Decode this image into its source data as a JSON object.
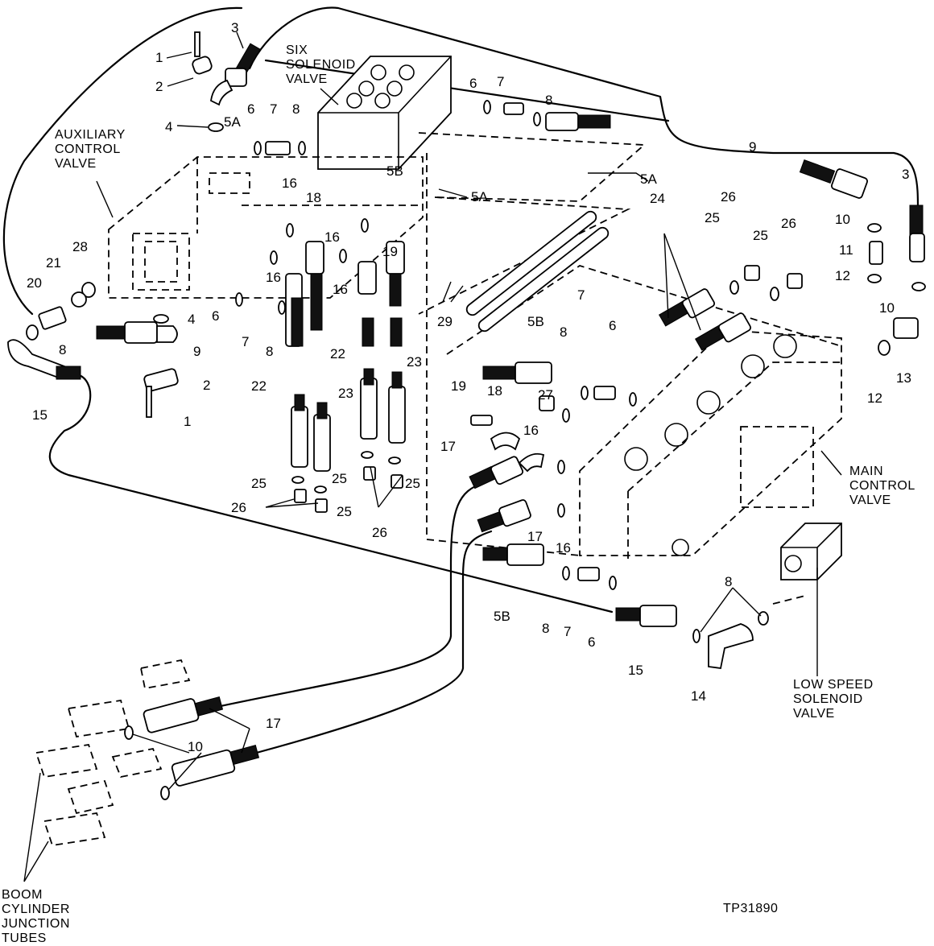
{
  "figure_id": "TP31890",
  "labels": {
    "six_solenoid_valve": [
      "SIX",
      "SOLENOID",
      "VALVE"
    ],
    "auxiliary_control_valve": [
      "AUXILIARY",
      "CONTROL",
      "VALVE"
    ],
    "main_control_valve": [
      "MAIN",
      "CONTROL",
      "VALVE"
    ],
    "low_speed_solenoid_valve": [
      "LOW SPEED",
      "SOLENOID",
      "VALVE"
    ],
    "boom_cylinder_junction_tubes": [
      "BOOM",
      "CYLINDER",
      "JUNCTION",
      "TUBES"
    ]
  },
  "callouts": [
    {
      "id": "c1a",
      "text": "1"
    },
    {
      "id": "c2a",
      "text": "2"
    },
    {
      "id": "c3a",
      "text": "3"
    },
    {
      "id": "c4a",
      "text": "4"
    },
    {
      "id": "c5Aa",
      "text": "5A"
    },
    {
      "id": "c6a",
      "text": "6"
    },
    {
      "id": "c7a",
      "text": "7"
    },
    {
      "id": "c8a",
      "text": "8"
    },
    {
      "id": "c6b",
      "text": "6"
    },
    {
      "id": "c7b",
      "text": "7"
    },
    {
      "id": "c8b",
      "text": "8"
    },
    {
      "id": "c5Ab",
      "text": "5A"
    },
    {
      "id": "c5Ac",
      "text": "5A"
    },
    {
      "id": "c5Ba",
      "text": "5B"
    },
    {
      "id": "c9a",
      "text": "9"
    },
    {
      "id": "c3b",
      "text": "3"
    },
    {
      "id": "c10a",
      "text": "10"
    },
    {
      "id": "c11",
      "text": "11"
    },
    {
      "id": "c12a",
      "text": "12"
    },
    {
      "id": "c10b",
      "text": "10"
    },
    {
      "id": "c13",
      "text": "13"
    },
    {
      "id": "c12b",
      "text": "12"
    },
    {
      "id": "c24",
      "text": "24"
    },
    {
      "id": "c25a",
      "text": "25"
    },
    {
      "id": "c26a",
      "text": "26"
    },
    {
      "id": "c25b",
      "text": "25"
    },
    {
      "id": "c26b",
      "text": "26"
    },
    {
      "id": "c18a",
      "text": "18"
    },
    {
      "id": "c19a",
      "text": "19"
    },
    {
      "id": "c16a",
      "text": "16"
    },
    {
      "id": "c16b",
      "text": "16"
    },
    {
      "id": "c16c",
      "text": "16"
    },
    {
      "id": "c16d",
      "text": "16"
    },
    {
      "id": "c29",
      "text": "29"
    },
    {
      "id": "c28",
      "text": "28"
    },
    {
      "id": "c21",
      "text": "21"
    },
    {
      "id": "c20",
      "text": "20"
    },
    {
      "id": "c8c",
      "text": "8"
    },
    {
      "id": "c9b",
      "text": "9"
    },
    {
      "id": "c4b",
      "text": "4"
    },
    {
      "id": "c6c",
      "text": "6"
    },
    {
      "id": "c7c",
      "text": "7"
    },
    {
      "id": "c8d",
      "text": "8"
    },
    {
      "id": "c2b",
      "text": "2"
    },
    {
      "id": "c1b",
      "text": "1"
    },
    {
      "id": "c15a",
      "text": "15"
    },
    {
      "id": "c22a",
      "text": "22"
    },
    {
      "id": "c23a",
      "text": "23"
    },
    {
      "id": "c22b",
      "text": "22"
    },
    {
      "id": "c23b",
      "text": "23"
    },
    {
      "id": "c25c",
      "text": "25"
    },
    {
      "id": "c25d",
      "text": "25"
    },
    {
      "id": "c25e",
      "text": "25"
    },
    {
      "id": "c25f",
      "text": "25"
    },
    {
      "id": "c26c",
      "text": "26"
    },
    {
      "id": "c26d",
      "text": "26"
    },
    {
      "id": "c5Bb",
      "text": "5B"
    },
    {
      "id": "c8e",
      "text": "8"
    },
    {
      "id": "c7d",
      "text": "7"
    },
    {
      "id": "c6d",
      "text": "6"
    },
    {
      "id": "c19b",
      "text": "19"
    },
    {
      "id": "c18b",
      "text": "18"
    },
    {
      "id": "c27",
      "text": "27"
    },
    {
      "id": "c16e",
      "text": "16"
    },
    {
      "id": "c17a",
      "text": "17"
    },
    {
      "id": "c17b",
      "text": "17"
    },
    {
      "id": "c16f",
      "text": "16"
    },
    {
      "id": "c5Bc",
      "text": "5B"
    },
    {
      "id": "c8f",
      "text": "8"
    },
    {
      "id": "c7e",
      "text": "7"
    },
    {
      "id": "c6e",
      "text": "6"
    },
    {
      "id": "c15b",
      "text": "15"
    },
    {
      "id": "c8g",
      "text": "8"
    },
    {
      "id": "c14",
      "text": "14"
    },
    {
      "id": "c17c",
      "text": "17"
    },
    {
      "id": "c10c",
      "text": "10"
    }
  ]
}
